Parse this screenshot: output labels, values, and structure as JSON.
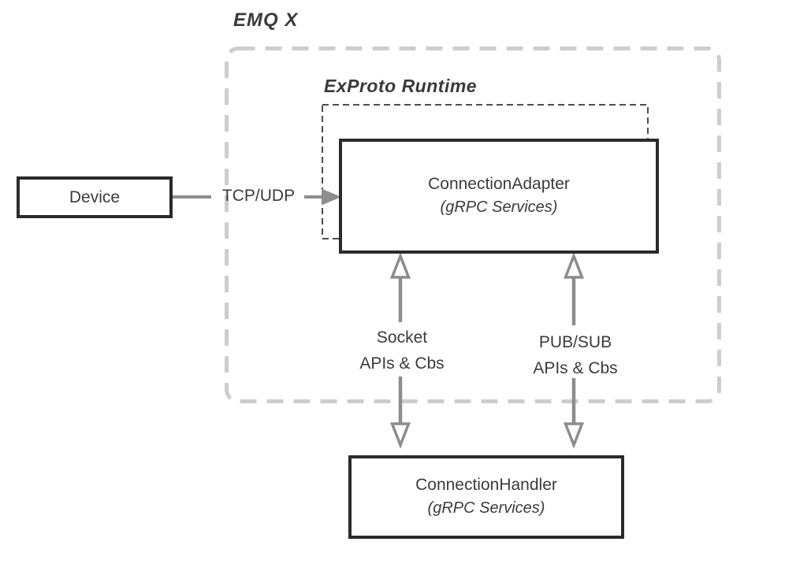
{
  "diagram": {
    "outer_group_label": "EMQ X",
    "inner_group_label": "ExProto Runtime",
    "nodes": {
      "device": {
        "label": "Device"
      },
      "connection_adapter": {
        "title": "ConnectionAdapter",
        "subtitle": "(gRPC Services)"
      },
      "connection_handler": {
        "title": "ConnectionHandler",
        "subtitle": "(gRPC Services)"
      }
    },
    "edges": {
      "tcp_udp": {
        "label": "TCP/UDP",
        "direction": "right"
      },
      "socket": {
        "label_line1": "Socket",
        "label_line2": "APIs & Cbs",
        "direction": "both"
      },
      "pubsub": {
        "label_line1": "PUB/SUB",
        "label_line2": "APIs & Cbs",
        "direction": "both"
      }
    },
    "colors": {
      "background": "#ffffff",
      "box_border": "#2b2b2b",
      "text": "#3b3b3b",
      "arrow": "#8d8d8d",
      "outer_dash": "#cdcdcd",
      "inner_dash": "#4d4d4d",
      "white": "#ffffff"
    }
  }
}
